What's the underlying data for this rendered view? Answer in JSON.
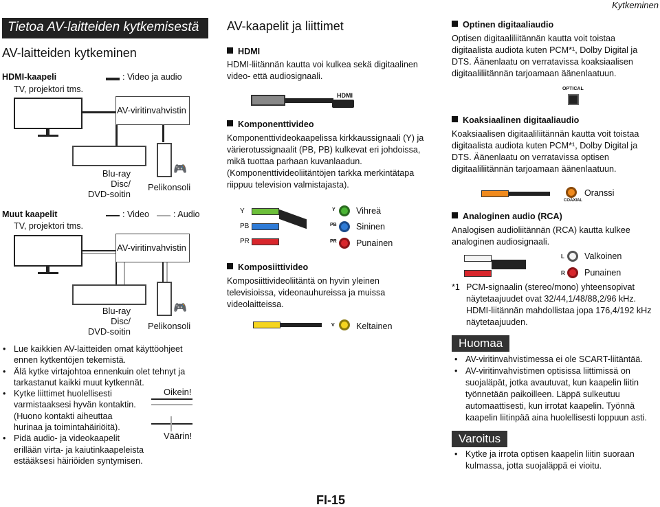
{
  "header": {
    "section": "Kytkeminen"
  },
  "left": {
    "banner": "Tietoa AV-laitteiden kytkemisestä",
    "heading": "AV-laitteiden kytkeminen",
    "hdmi_label": "HDMI-kaapeli",
    "legend_video_audio": ": Video ja audio",
    "tv_label_1": "TV, projektori tms.",
    "amp_label_1": "AV-viritinvahvistin",
    "bd_label_1": "Blu-ray Disc/\nDVD-soitin",
    "console_label_1": "Pelikonsoli",
    "other_label": "Muut kaapelit",
    "legend_video": ": Video",
    "legend_audio": ": Audio",
    "tv_label_2": "TV, projektori tms.",
    "amp_label_2": "AV-viritinvahvistin",
    "bd_label_2": "Blu-ray Disc/\nDVD-soitin",
    "console_label_2": "Pelikonsoli",
    "bullets": [
      "Lue kaikkien AV-laitteiden omat käyttöohjeet ennen kytkentöjen tekemistä.",
      "Älä kytke virtajohtoa ennenkuin olet tehnyt ja tarkastanut kaikki muut kytkennät.",
      "Kytke liittimet huolellisesti varmistaaksesi hyvän kontaktin. (Huono kontakti aiheuttaa hurinaa ja toimintahäiriöitä).",
      "Pidä audio- ja videokaapelit erillään virta- ja kaiutinkaapeleista estääksesi häiriöiden syntymisen."
    ],
    "correct": "Oikein!",
    "wrong": "Väärin!"
  },
  "middle": {
    "heading": "AV-kaapelit ja liittimet",
    "hdmi_title": "HDMI",
    "hdmi_text": "HDMI-liitännän kautta voi kulkea sekä digitaalinen video- että audiosignaali.",
    "hdmi_jack": "HDMI",
    "comp_title": "Komponenttivideo",
    "comp_text": "Komponenttivideokaapelissa kirkkaussignaali (Y) ja värierotussignaalit (PB, PB) kulkevat eri johdoissa, mikä tuottaa parhaan kuvanlaadun. (Komponenttivideoliitäntöjen tarkka merkintätapa riippuu television valmistajasta).",
    "plug_y": "Y",
    "plug_pb": "PB",
    "plug_pr": "PR",
    "jack_y": "Y",
    "jack_pb": "PB",
    "jack_pr": "PR",
    "color_green": "Vihreä",
    "color_blue": "Sininen",
    "color_red": "Punainen",
    "composite_title": "Komposiittivideo",
    "composite_text": "Komposiittivideoliitäntä on hyvin yleinen televisioissa, videonauhureissa ja muissa videolaitteissa.",
    "jack_v": "V",
    "color_yellow": "Keltainen",
    "page_number": "FI-15"
  },
  "right": {
    "optical_title": "Optinen digitaaliaudio",
    "optical_text": "Optisen digitaaliliitännän kautta voit toistaa digitaalista audiota kuten PCM*¹, Dolby Digital ja DTS. Äänenlaatu on verratavissa koaksiaalisen digitaaliliitännän tarjoamaan äänenlaatuun.",
    "optical_jack": "OPTICAL",
    "coax_title": "Koaksiaalinen digitaaliaudio",
    "coax_text": "Koaksiaalisen digitaaliliitännän kautta voit toistaa digitaalista audiota kuten PCM*¹, Dolby Digital ja DTS. Äänenlaatu on verratavissa optisen digitaaliliitännän tarjoamaan äänenlaatuun.",
    "coax_jack": "COAXIAL",
    "color_orange": "Oranssi",
    "rca_title": "Analoginen audio (RCA)",
    "rca_text": "Analogisen audioliitännän (RCA) kautta kulkee analoginen audiosignaali.",
    "jack_l": "L",
    "jack_r": "R",
    "color_white": "Valkoinen",
    "color_red": "Punainen",
    "footnote_mark": "*1",
    "footnote_text": "PCM-signaalin (stereo/mono) yhteensopivat näytetaajuudet ovat 32/44,1/48/88,2/96 kHz. HDMI-liitännän mahdollistaa jopa 176,4/192 kHz näytetaajuuden.",
    "note_badge": "Huomaa",
    "note_bullets": [
      "AV-viritinvahvistimessa ei ole SCART-liitäntää.",
      "AV-viritinvahvistimen optisissa liittimissä on suojaläpät, jotka avautuvat, kun kaapelin liitin työnnetään paikoilleen. Läppä sulkeutuu automaattisesti, kun irrotat kaapelin. Työnnä kaapelin liitinpää aina huolellisesti loppuun asti."
    ],
    "warn_badge": "Varoitus",
    "warn_bullets": [
      "Kytke ja irrota optisen kaapelin liitin suoraan kulmassa, jotta suojaläppä ei vioitu."
    ]
  }
}
